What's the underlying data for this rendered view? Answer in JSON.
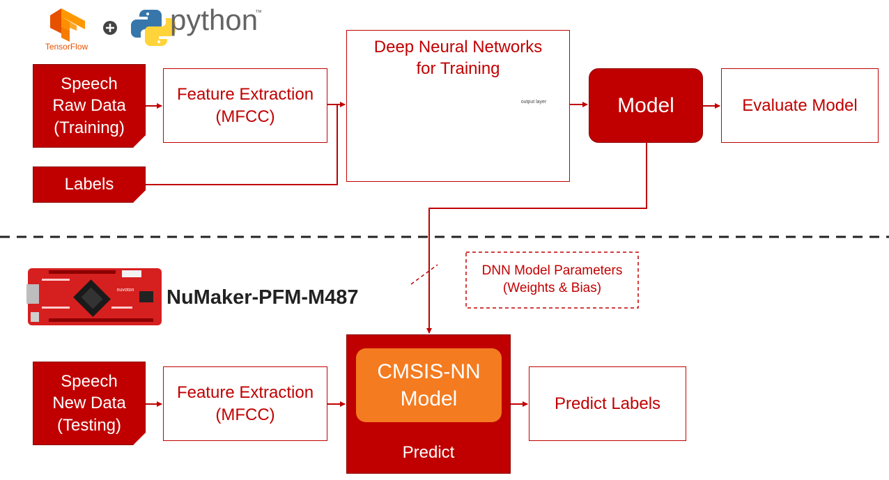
{
  "logos": {
    "tensorflow_label": "TensorFlow",
    "plus": "+",
    "python_label": "python",
    "tm": "™"
  },
  "training": {
    "speech_raw": "Speech\nRaw Data\n(Training)",
    "labels": "Labels",
    "feature_extraction": "Feature Extraction\n(MFCC)",
    "dnn_title": "Deep Neural Networks\nfor Training",
    "output_layer": "output layer",
    "model": "Model",
    "evaluate": "Evaluate Model"
  },
  "board": {
    "name": "NuMaker-PFM-M487",
    "chip_text": "nuvoton"
  },
  "params_note": "DNN Model Parameters\n(Weights & Bias)",
  "testing": {
    "speech_new": "Speech\nNew Data\n(Testing)",
    "feature_extraction": "Feature Extraction\n(MFCC)",
    "cmsis_model": "CMSIS-NN\nModel",
    "predict": "Predict",
    "predict_labels": "Predict Labels"
  },
  "colors": {
    "red": "#c00000",
    "orange": "#f47b20",
    "dark_text": "#222222"
  }
}
